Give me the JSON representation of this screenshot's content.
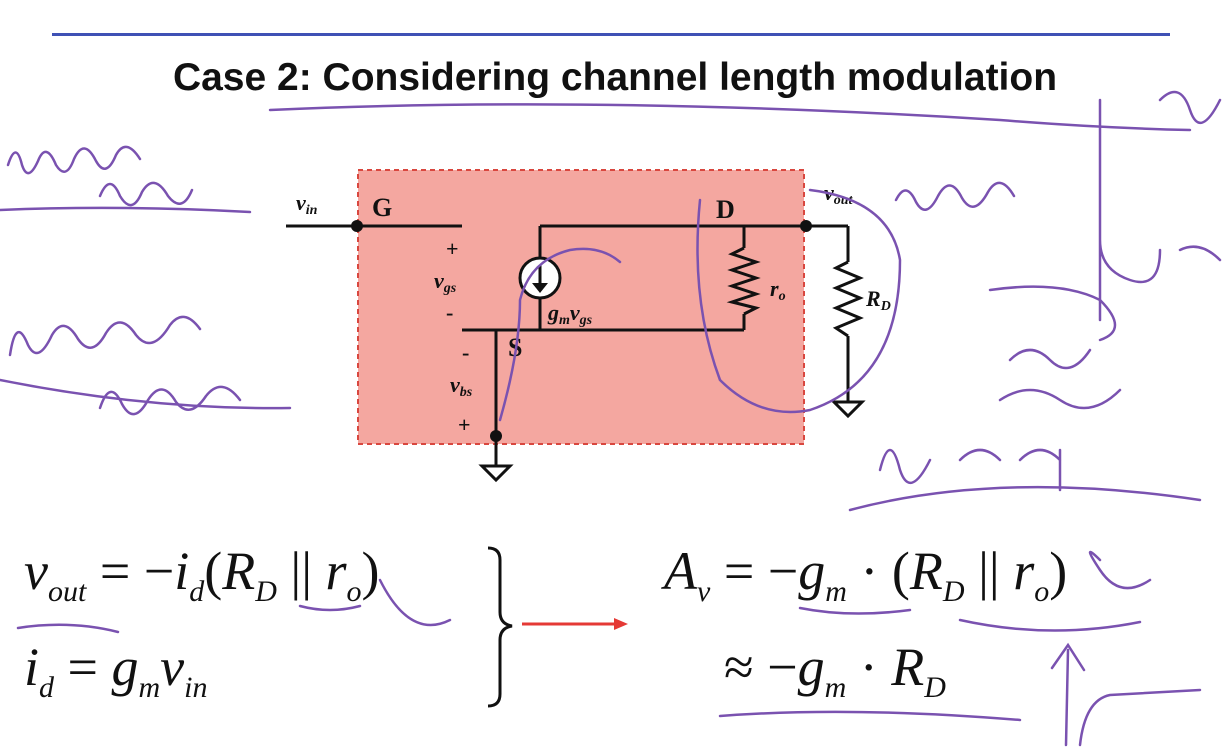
{
  "title": "Case 2: Considering channel length modulation",
  "colors": {
    "rule": "#3f51b5",
    "mosfet_box_fill": "#f4a7a0",
    "mosfet_box_border": "#d9473f",
    "arrow": "#e53935",
    "ink": "#7a52b0"
  },
  "circuit": {
    "vin": "v",
    "vin_sub": "in",
    "gate": "G",
    "drain": "D",
    "source": "S",
    "vout": "v",
    "vout_sub": "out",
    "vgs_plus": "+",
    "vgs_minus": "-",
    "vgs": "v",
    "vgs_sub": "gs",
    "gm_label": "g",
    "gm_sub": "m",
    "gm_v": "v",
    "gm_v_sub": "gs",
    "ro": "r",
    "ro_sub": "o",
    "rd": "R",
    "rd_sub": "D",
    "vbs_minus": "-",
    "vbs": "v",
    "vbs_sub": "bs",
    "vbs_plus": "+"
  },
  "equations": {
    "eq1": {
      "lhs": "v",
      "lhs_sub": "out",
      "rel": " = −",
      "i": "i",
      "i_sub": "d",
      "open": "(",
      "r": "R",
      "r_sub": "D",
      "par": " || ",
      "ro": "r",
      "ro_sub": "o",
      "close": ")"
    },
    "eq2": {
      "lhs": "i",
      "lhs_sub": "d",
      "rel": " = ",
      "g": "g",
      "g_sub": "m",
      "v": "v",
      "v_sub": "in"
    },
    "eq3": {
      "lhs": "A",
      "lhs_sub": "v",
      "rel": " = −",
      "g": "g",
      "g_sub": "m",
      "dot": " · (",
      "r": "R",
      "r_sub": "D",
      "par": " || ",
      "ro": "r",
      "ro_sub": "o",
      "close": ")"
    },
    "eq4": {
      "rel": "≈ −",
      "g": "g",
      "g_sub": "m",
      "dot": " · ",
      "r": "R",
      "r_sub": "D"
    }
  }
}
